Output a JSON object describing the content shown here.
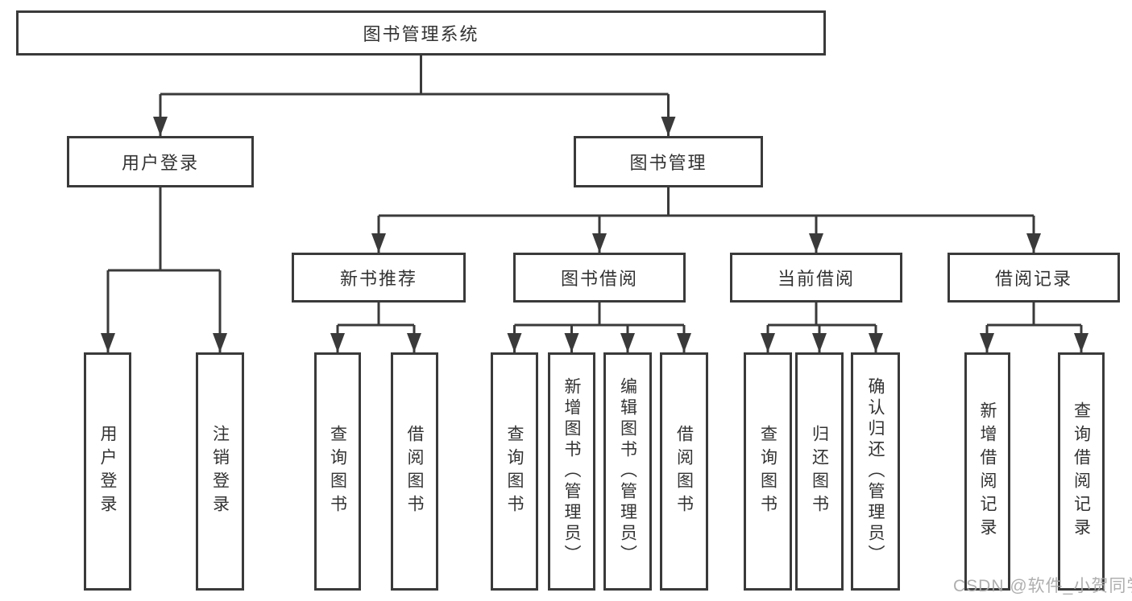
{
  "tree": {
    "root": {
      "label": "图书管理系统"
    },
    "user_login": {
      "label": "用户登录",
      "children": {
        "login": {
          "label": "用户登录"
        },
        "logout": {
          "label": "注销登录"
        }
      }
    },
    "book_management": {
      "label": "图书管理",
      "sections": {
        "new_book_recommend": {
          "label": "新书推荐",
          "children": {
            "query_books": {
              "label": "查询图书"
            },
            "borrow_books": {
              "label": "借阅图书"
            }
          }
        },
        "book_borrow": {
          "label": "图书借阅",
          "children": {
            "query_books": {
              "label": "查询图书"
            },
            "add_book_admin": {
              "label": "新增图书（管理员）"
            },
            "edit_book_admin": {
              "label": "编辑图书（管理员）"
            },
            "borrow_book": {
              "label": "借阅图书"
            }
          }
        },
        "current_borrow": {
          "label": "当前借阅",
          "children": {
            "query_books": {
              "label": "查询图书"
            },
            "return_book": {
              "label": "归还图书"
            },
            "confirm_return_admin": {
              "label": "确认归还（管理员）"
            }
          }
        },
        "borrow_record": {
          "label": "借阅记录",
          "children": {
            "add_record": {
              "label": "新增借阅记录"
            },
            "query_record": {
              "label": "查询借阅记录"
            }
          }
        }
      }
    }
  },
  "watermark": {
    "text": "CSDN @软件_小贺同学"
  },
  "colors": {
    "line": "#3a3a3a",
    "text": "#333333",
    "background": "#ffffff",
    "watermark": "#a8a8a8"
  }
}
